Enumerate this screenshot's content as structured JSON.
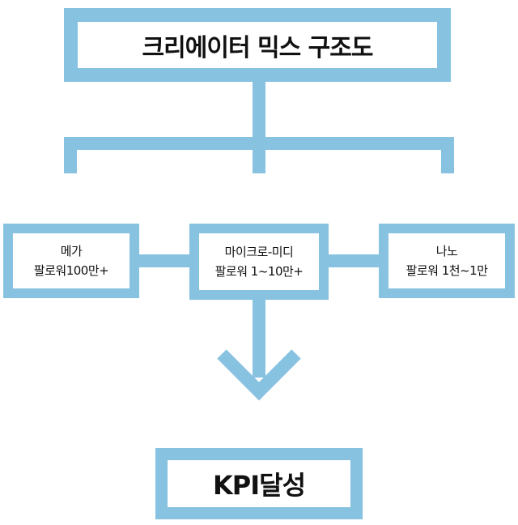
{
  "diagram": {
    "title": "크리에이터 믹스 구조도",
    "tiers": [
      {
        "name": "메가",
        "followers": "팔로워100만+"
      },
      {
        "name": "마이크로-미디",
        "followers": "팔로워 1~10만+"
      },
      {
        "name": "나노",
        "followers": "팔로워 1천~1만"
      }
    ],
    "goal": "KPI달성",
    "colors": {
      "accent": "#87c2e1",
      "text": "#111111",
      "background": "#ffffff"
    }
  }
}
